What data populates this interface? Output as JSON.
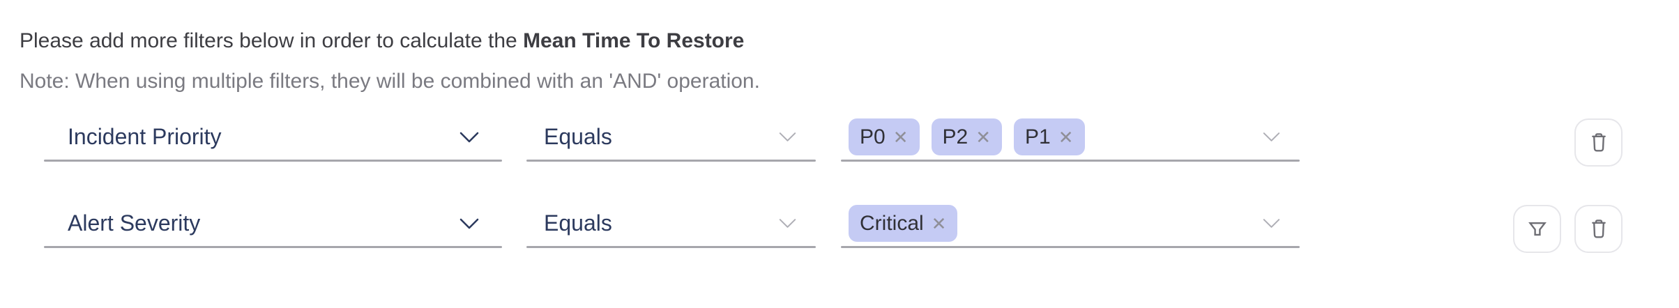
{
  "colors": {
    "heading_text": "#3d3d42",
    "note_text": "#7a7a81",
    "select_text": "#2c3a5e",
    "select_underline": "#a6a6ac",
    "chevron_muted": "#aeaeb5",
    "chip_bg": "#c5cbf4",
    "chip_text": "#303036",
    "chip_close": "#8f8f98",
    "button_border": "#e6e6ea",
    "icon": "#6e6e74"
  },
  "header": {
    "intro_text": "Please add more filters below in order to calculate the ",
    "intro_bold": "Mean Time To Restore",
    "note": "Note: When using multiple filters, they will be combined with an 'AND' operation."
  },
  "filter_rows": [
    {
      "field": "Incident Priority",
      "operator": "Equals",
      "values": [
        "P0",
        "P2",
        "P1"
      ],
      "has_filter_button": false,
      "has_delete_button": true
    },
    {
      "field": "Alert Severity",
      "operator": "Equals",
      "values": [
        "Critical"
      ],
      "has_filter_button": true,
      "has_delete_button": true
    }
  ],
  "icons": {
    "field_dropdown": "chevron-down",
    "operator_dropdown": "chevron-down",
    "values_dropdown": "chevron-down",
    "apply_filter": "funnel",
    "delete_row": "trash",
    "chip_close_glyph": "✕"
  }
}
